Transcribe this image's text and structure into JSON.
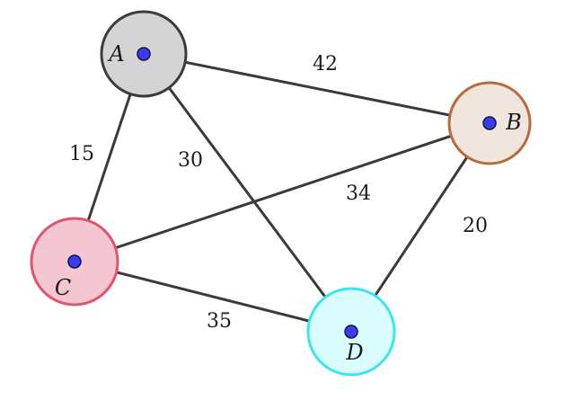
{
  "graph": {
    "nodes": [
      {
        "id": "A",
        "label": "A",
        "fill": "#d4d4d4",
        "stroke": "#3c3c3c"
      },
      {
        "id": "B",
        "label": "B",
        "fill": "#f1e6dd",
        "stroke": "#b86b3c"
      },
      {
        "id": "C",
        "label": "C",
        "fill": "#f4c6d1",
        "stroke": "#e0546e"
      },
      {
        "id": "D",
        "label": "D",
        "fill": "#dafeff",
        "stroke": "#3ae6f2"
      }
    ],
    "edges": [
      {
        "from": "A",
        "to": "B",
        "weight": "42"
      },
      {
        "from": "A",
        "to": "C",
        "weight": "15"
      },
      {
        "from": "A",
        "to": "D",
        "weight": "30"
      },
      {
        "from": "C",
        "to": "B",
        "weight": "34"
      },
      {
        "from": "B",
        "to": "D",
        "weight": "20"
      },
      {
        "from": "C",
        "to": "D",
        "weight": "35"
      }
    ]
  }
}
